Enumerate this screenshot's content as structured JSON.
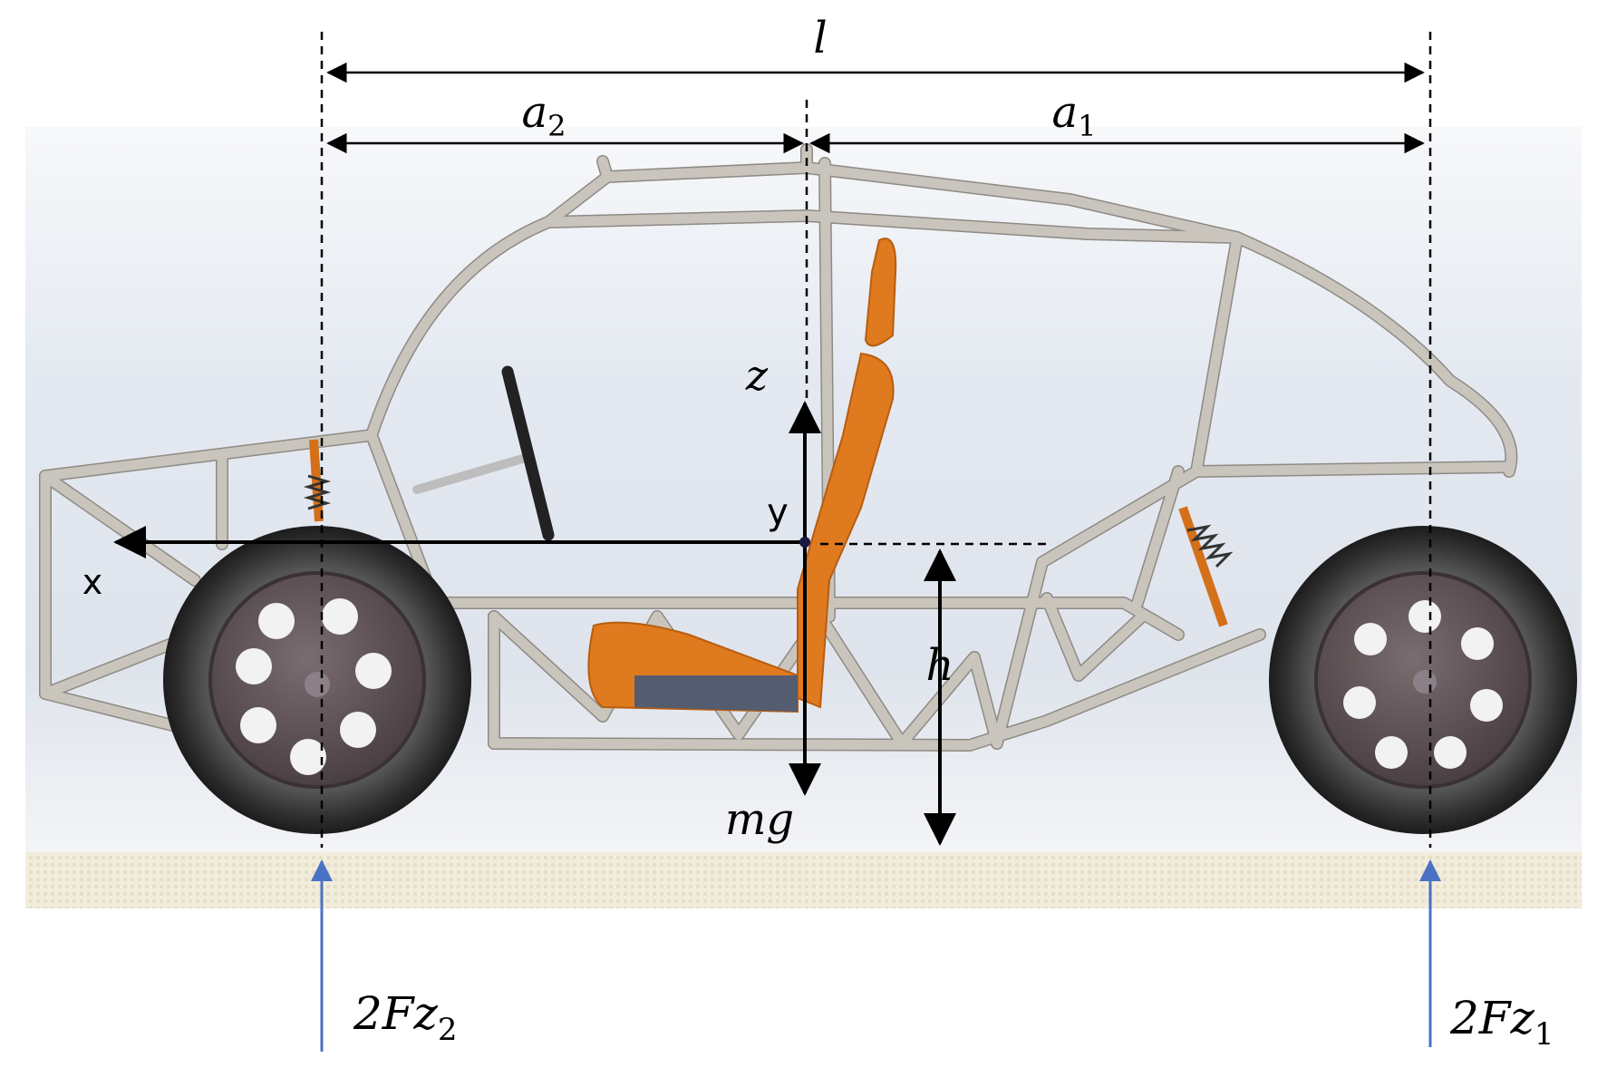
{
  "labels": {
    "wheelbase": "l",
    "rear_to_cg": "a",
    "rear_to_cg_sub": "2",
    "front_to_cg": "a",
    "front_to_cg_sub": "1",
    "z_axis": "z",
    "y_axis": "y",
    "x_axis": "x",
    "cg_height": "h",
    "weight": "mg",
    "rear_force": "2Fz",
    "rear_force_sub": "2",
    "front_force": "2Fz",
    "front_force_sub": "1"
  },
  "colors": {
    "background_top": "#e9edf3",
    "background_mid": "#d8dee9",
    "ground": "#efe9d6",
    "frame_tube": "#c9c5bd",
    "seat_orange": "#e07a1f",
    "tire": "#3a3a3a",
    "rim": "#5e5254",
    "force_arrow": "#4a72c4",
    "dimension_line": "#000000"
  }
}
